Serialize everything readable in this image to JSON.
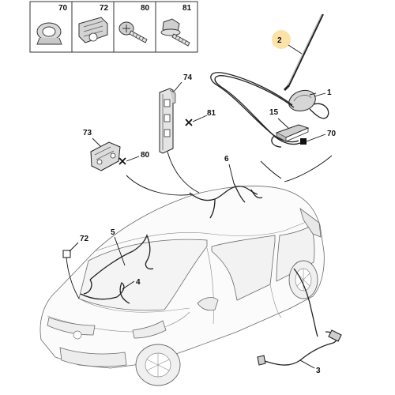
{
  "legend": {
    "items": [
      {
        "number": "70",
        "icon": "cable-clip-icon"
      },
      {
        "number": "72",
        "icon": "cable-grommet-icon"
      },
      {
        "number": "80",
        "icon": "self-tapping-screw-icon"
      },
      {
        "number": "81",
        "icon": "flange-bolt-icon"
      }
    ]
  },
  "callouts": {
    "c2": "2",
    "c74": "74",
    "c1": "1",
    "c81": "81",
    "c15": "15",
    "c70": "70",
    "c73": "73",
    "c80": "80",
    "c6": "6",
    "c72": "72",
    "c5": "5",
    "c4": "4",
    "c3": "3"
  },
  "colors": {
    "highlight": "#fbe3a8",
    "line": "#222222",
    "car_outline": "#6a6a6a"
  }
}
